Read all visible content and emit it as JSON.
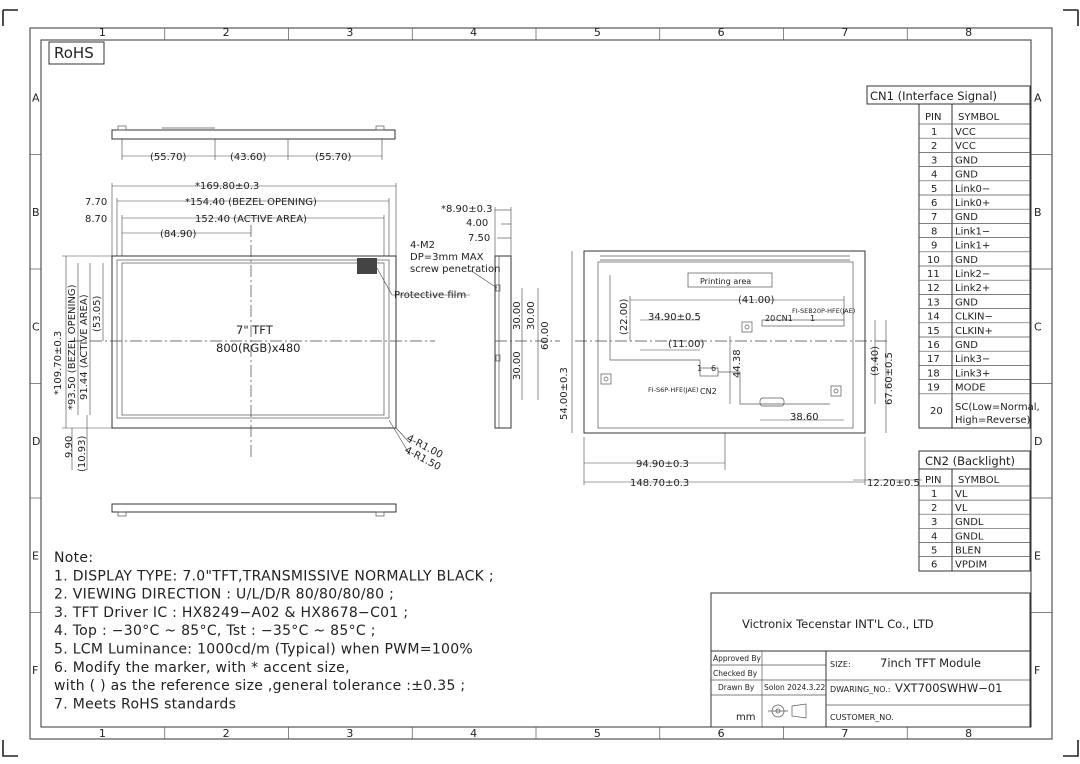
{
  "rohs_stamp": "RoHS",
  "grid": {
    "columns": [
      "1",
      "2",
      "3",
      "4",
      "5",
      "6",
      "7",
      "8"
    ],
    "rows": [
      "A",
      "B",
      "C",
      "D",
      "E",
      "F"
    ]
  },
  "front_view": {
    "tft_label": "7\" TFT",
    "resolution": "800(RGB)x480",
    "protective_film": "Protective film",
    "dims": {
      "top_a": "(55.70)",
      "top_b": "(43.60)",
      "top_c": "(55.70)",
      "outline_w": "*169.80±0.3",
      "bezel_w": "*154.40 (BEZEL OPENING)",
      "bezel_left": "7.70",
      "active_w": "152.40 (ACTIVE AREA)",
      "active_left": "8.70",
      "center_x": "(84.90)",
      "outline_h": "*109.70±0.3",
      "bezel_h": "*93.50 (BEZEL OPENING)",
      "active_h": "91.44 (ACTIVE AREA)",
      "center_y": "(53.05)",
      "bottom_a": "9.90",
      "bottom_b": "(10.93)",
      "radius_1": "4-R1.00",
      "radius_2": "4-R1.50"
    }
  },
  "side_view": {
    "thick_total": "*8.90±0.3",
    "thick_a": "4.00",
    "thick_b": "7.50",
    "holes": "4-M2",
    "hole_depth": "DP=3mm MAX",
    "hole_note": "screw penetration",
    "hole_h1": "30.00",
    "hole_h2": "30.00",
    "hole_h3": "60.00",
    "hole_h4": "30.00"
  },
  "back_view": {
    "printing_area": "Printing area",
    "cn1_part": "FI-SEB20P-HFE(JAE)",
    "cn1_pins": "20",
    "cn1_name": "CN1",
    "cn1_pin1": "1",
    "cn2_part": "FI-S6P-HFE(JAE)",
    "cn2_name": "CN2",
    "cn2_pin1": "1",
    "cn2_pin6": "6",
    "d_41": "(41.00)",
    "d_22": "(22.00)",
    "d_3490": "34.90±0.5",
    "d_11": "(11.00)",
    "d_4438": "44.38",
    "d_3860": "38.60",
    "d_940": "(9.40)",
    "d_6760": "67.60±0.5",
    "d_5400": "54.00±0.3",
    "d_9490": "94.90±0.3",
    "d_14870": "148.70±0.3",
    "d_1220": "12.20±0.5"
  },
  "cn1_table": {
    "title": "CN1 (Interface Signal)",
    "headers": [
      "PIN",
      "SYMBOL"
    ],
    "rows": [
      [
        "1",
        "VCC"
      ],
      [
        "2",
        "VCC"
      ],
      [
        "3",
        "GND"
      ],
      [
        "4",
        "GND"
      ],
      [
        "5",
        "Link0−"
      ],
      [
        "6",
        "Link0+"
      ],
      [
        "7",
        "GND"
      ],
      [
        "8",
        "Link1−"
      ],
      [
        "9",
        "Link1+"
      ],
      [
        "10",
        "GND"
      ],
      [
        "11",
        "Link2−"
      ],
      [
        "12",
        "Link2+"
      ],
      [
        "13",
        "GND"
      ],
      [
        "14",
        "CLKIN−"
      ],
      [
        "15",
        "CLKIN+"
      ],
      [
        "16",
        "GND"
      ],
      [
        "17",
        "Link3−"
      ],
      [
        "18",
        "Link3+"
      ],
      [
        "19",
        "MODE"
      ]
    ],
    "last_pin": "20",
    "last_symbol_1": "SC(Low=Normal,",
    "last_symbol_2": "High=Reverse)"
  },
  "cn2_table": {
    "title": "CN2 (Backlight)",
    "headers": [
      "PIN",
      "SYMBOL"
    ],
    "rows": [
      [
        "1",
        "VL"
      ],
      [
        "2",
        "VL"
      ],
      [
        "3",
        "GNDL"
      ],
      [
        "4",
        "GNDL"
      ],
      [
        "5",
        "BLEN"
      ],
      [
        "6",
        "VPDIM"
      ]
    ]
  },
  "notes": [
    "Note:",
    "1. DISPLAY TYPE: 7.0\"TFT,TRANSMISSIVE NORMALLY BLACK  ;",
    "2. VIEWING DIRECTION : U/L/D/R 80/80/80/80  ;",
    "3. TFT Driver IC : HX8249−A02 & HX8678−C01  ;",
    "4. Top : −30°C ~ 85°C, Tst : −35°C ~ 85°C ;",
    "5. LCM Luminance: 1000cd/m (Typical) when PWM=100%",
    "6.    Modify the marker, with * accent size,",
    "    with ( ) as the reference size ,general tolerance :±0.35 ;",
    "7. Meets RoHS standards"
  ],
  "title_block": {
    "company": "Victronix Tecenstar INT'L Co., LTD",
    "approved_by": "Approved By",
    "checked_by": "Checked By",
    "drawn_by": "Drawn By",
    "drawn_name": "Solon 2024.3.22",
    "unit": "mm",
    "size_label": "SIZE:",
    "size_value": "7inch  TFT Module",
    "drawing_no_label": "DWARING_NO.:",
    "drawing_no_value": "VXT700SWHW−01",
    "customer_no_label": "CUSTOMER_NO."
  }
}
